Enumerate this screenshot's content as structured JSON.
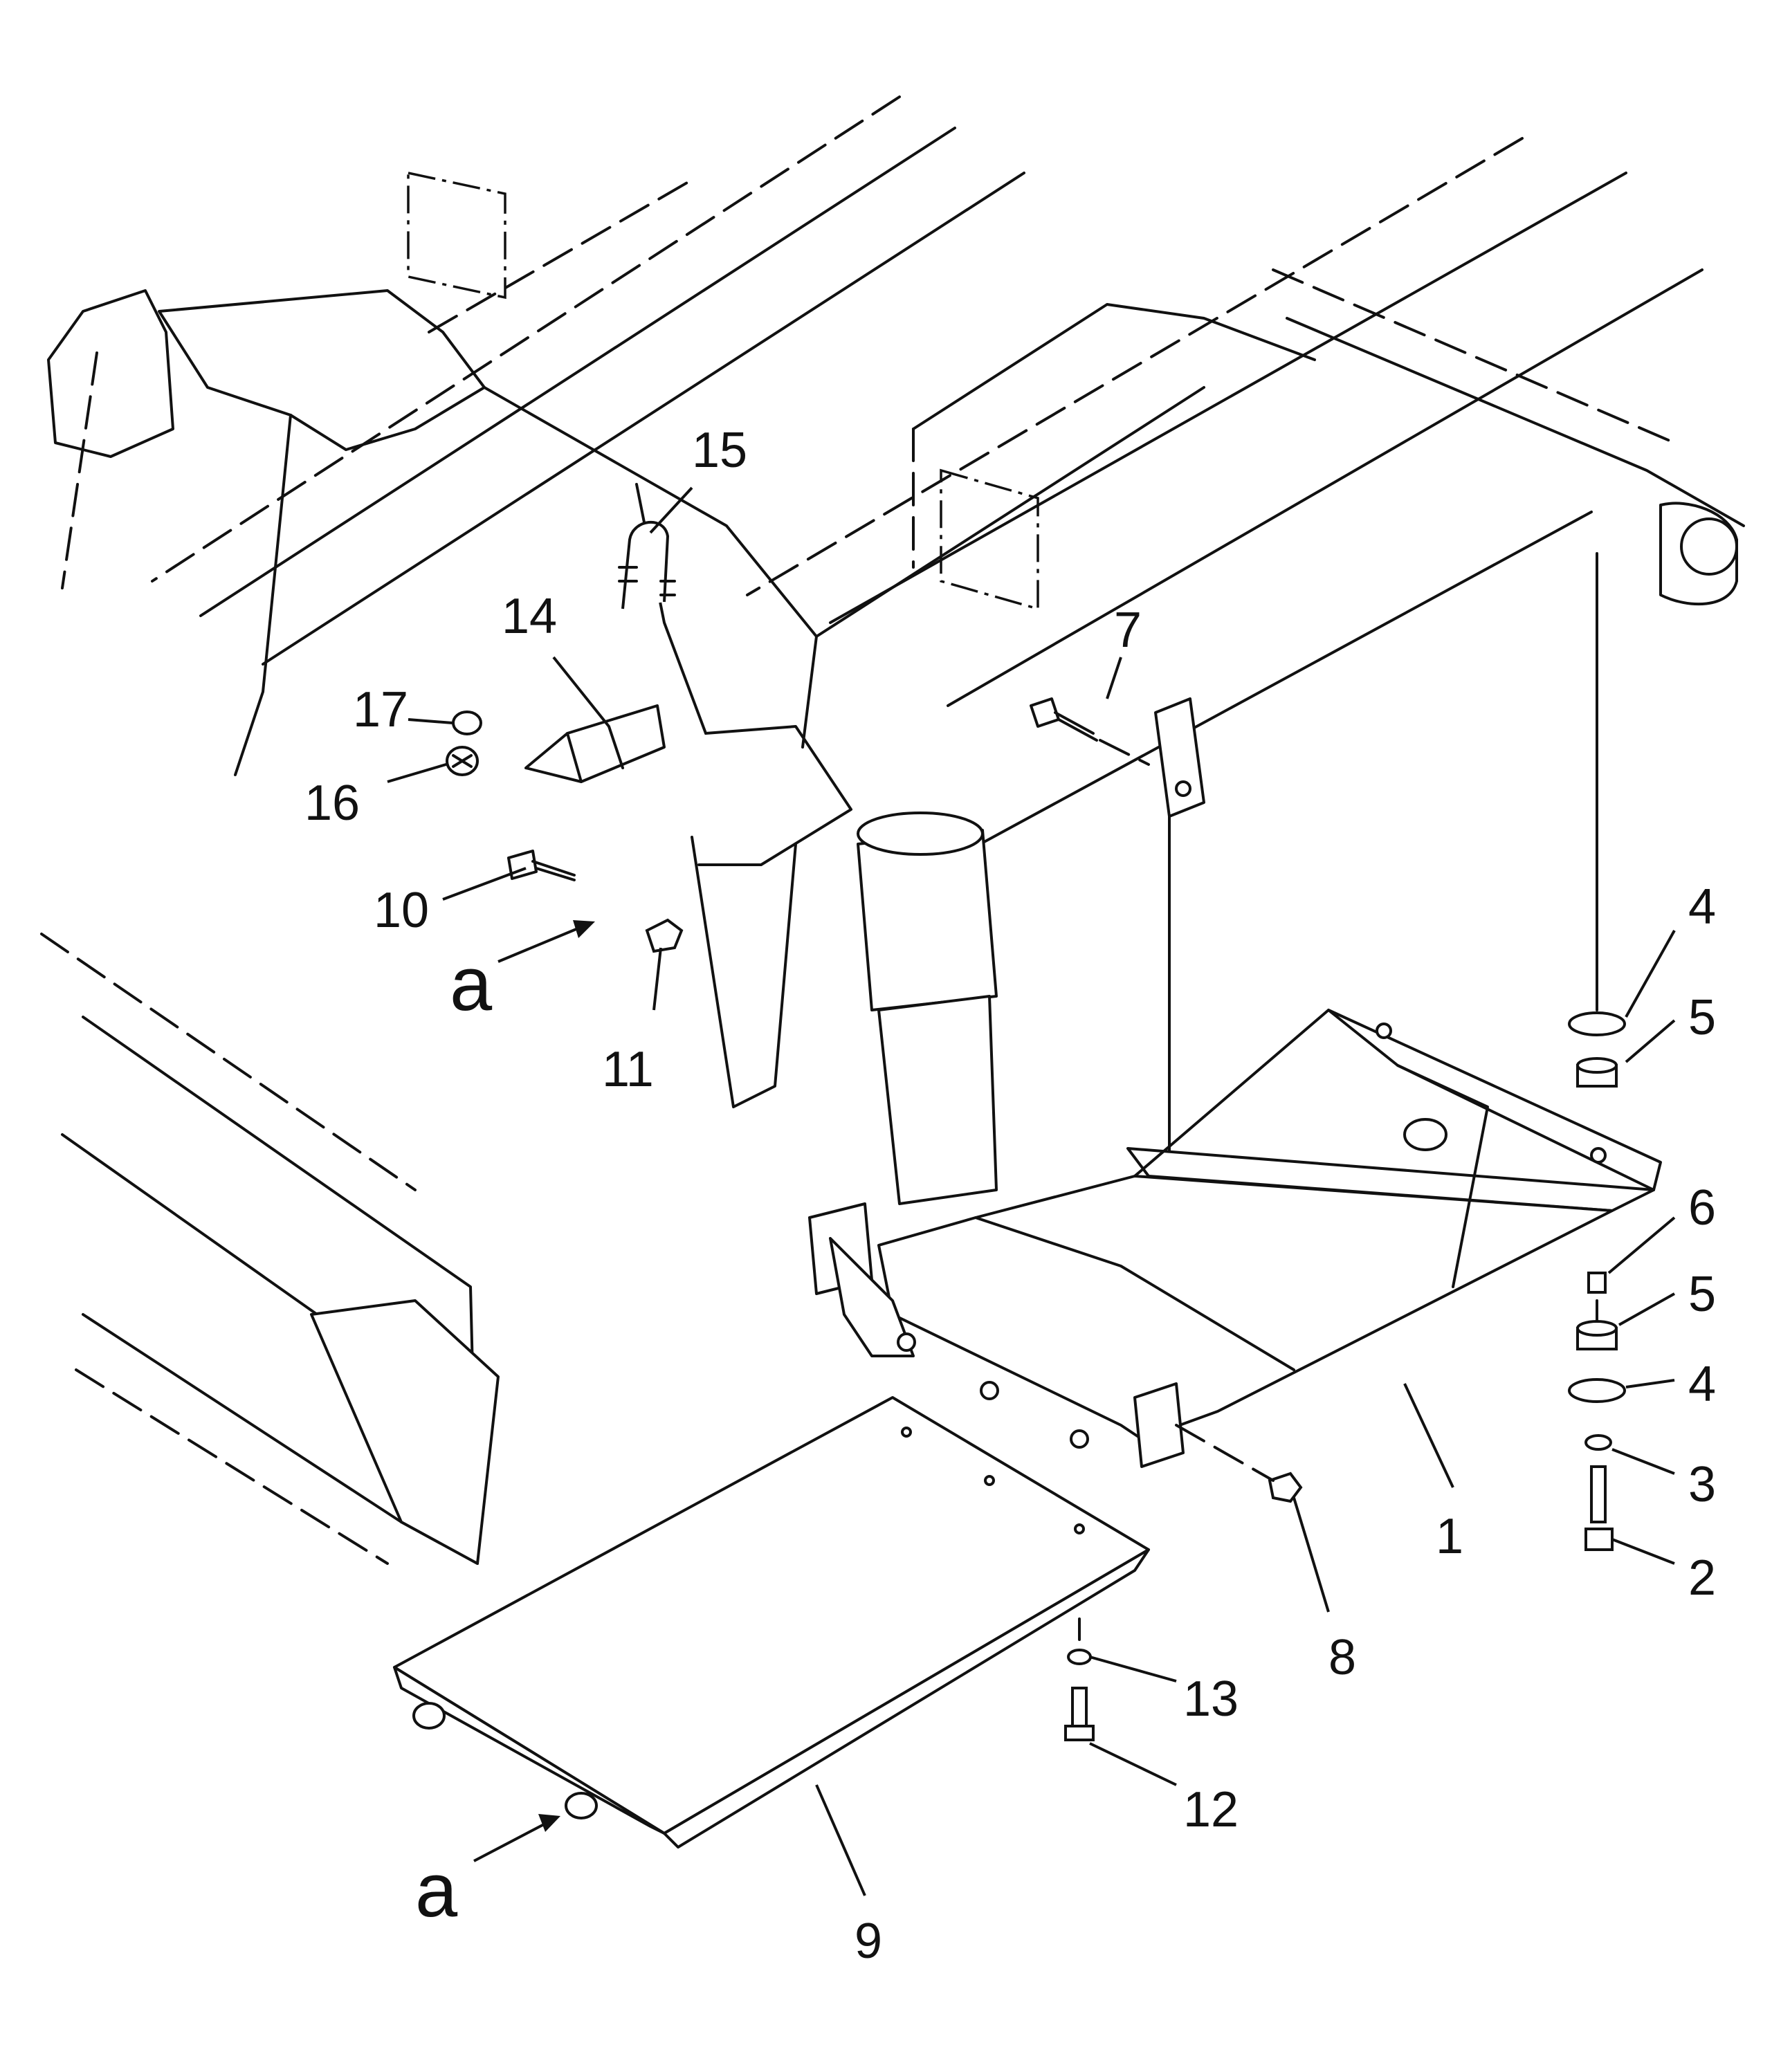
{
  "labels": {
    "p1": "1",
    "p2": "2",
    "p3": "3",
    "p4a": "4",
    "p4b": "4",
    "p5a": "5",
    "p5b": "5",
    "p6": "6",
    "p7": "7",
    "p8": "8",
    "p9": "9",
    "p10": "10",
    "p11": "11",
    "p12": "12",
    "p13": "13",
    "p14": "14",
    "p15": "15",
    "p16": "16",
    "p17": "17",
    "a_upper": "a",
    "a_lower": "a"
  }
}
